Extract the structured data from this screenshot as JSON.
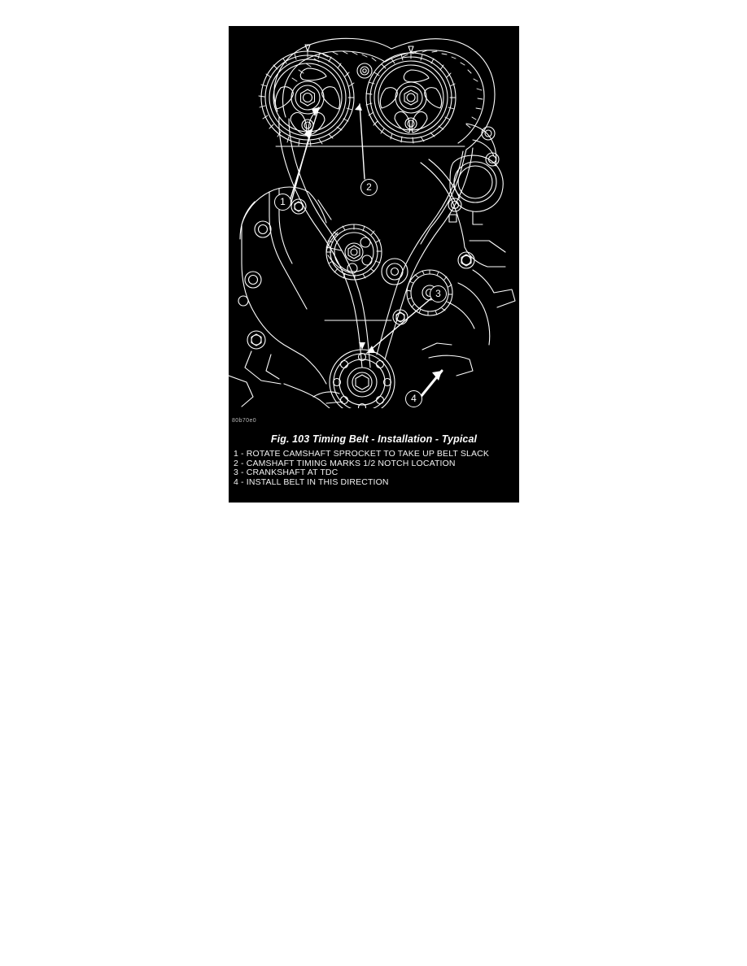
{
  "page": {
    "background_color": "#ffffff",
    "panel_background_color": "#000000",
    "line_color": "#ffffff"
  },
  "figure": {
    "image_id": "80b70e0",
    "title": "Fig. 103 Timing Belt - Installation - Typical",
    "legend": [
      "1 - ROTATE CAMSHAFT SPROCKET TO TAKE UP BELT SLACK",
      "2 - CAMSHAFT TIMING MARKS 1/2 NOTCH LOCATION",
      "3 - CRANKSHAFT AT TDC",
      "4 - INSTALL BELT IN THIS DIRECTION"
    ],
    "callouts": [
      {
        "number": "1",
        "label": "rotate-camshaft-sprocket"
      },
      {
        "number": "2",
        "label": "camshaft-timing-marks"
      },
      {
        "number": "3",
        "label": "crankshaft-at-tdc"
      },
      {
        "number": "4",
        "label": "install-belt-direction"
      }
    ]
  }
}
